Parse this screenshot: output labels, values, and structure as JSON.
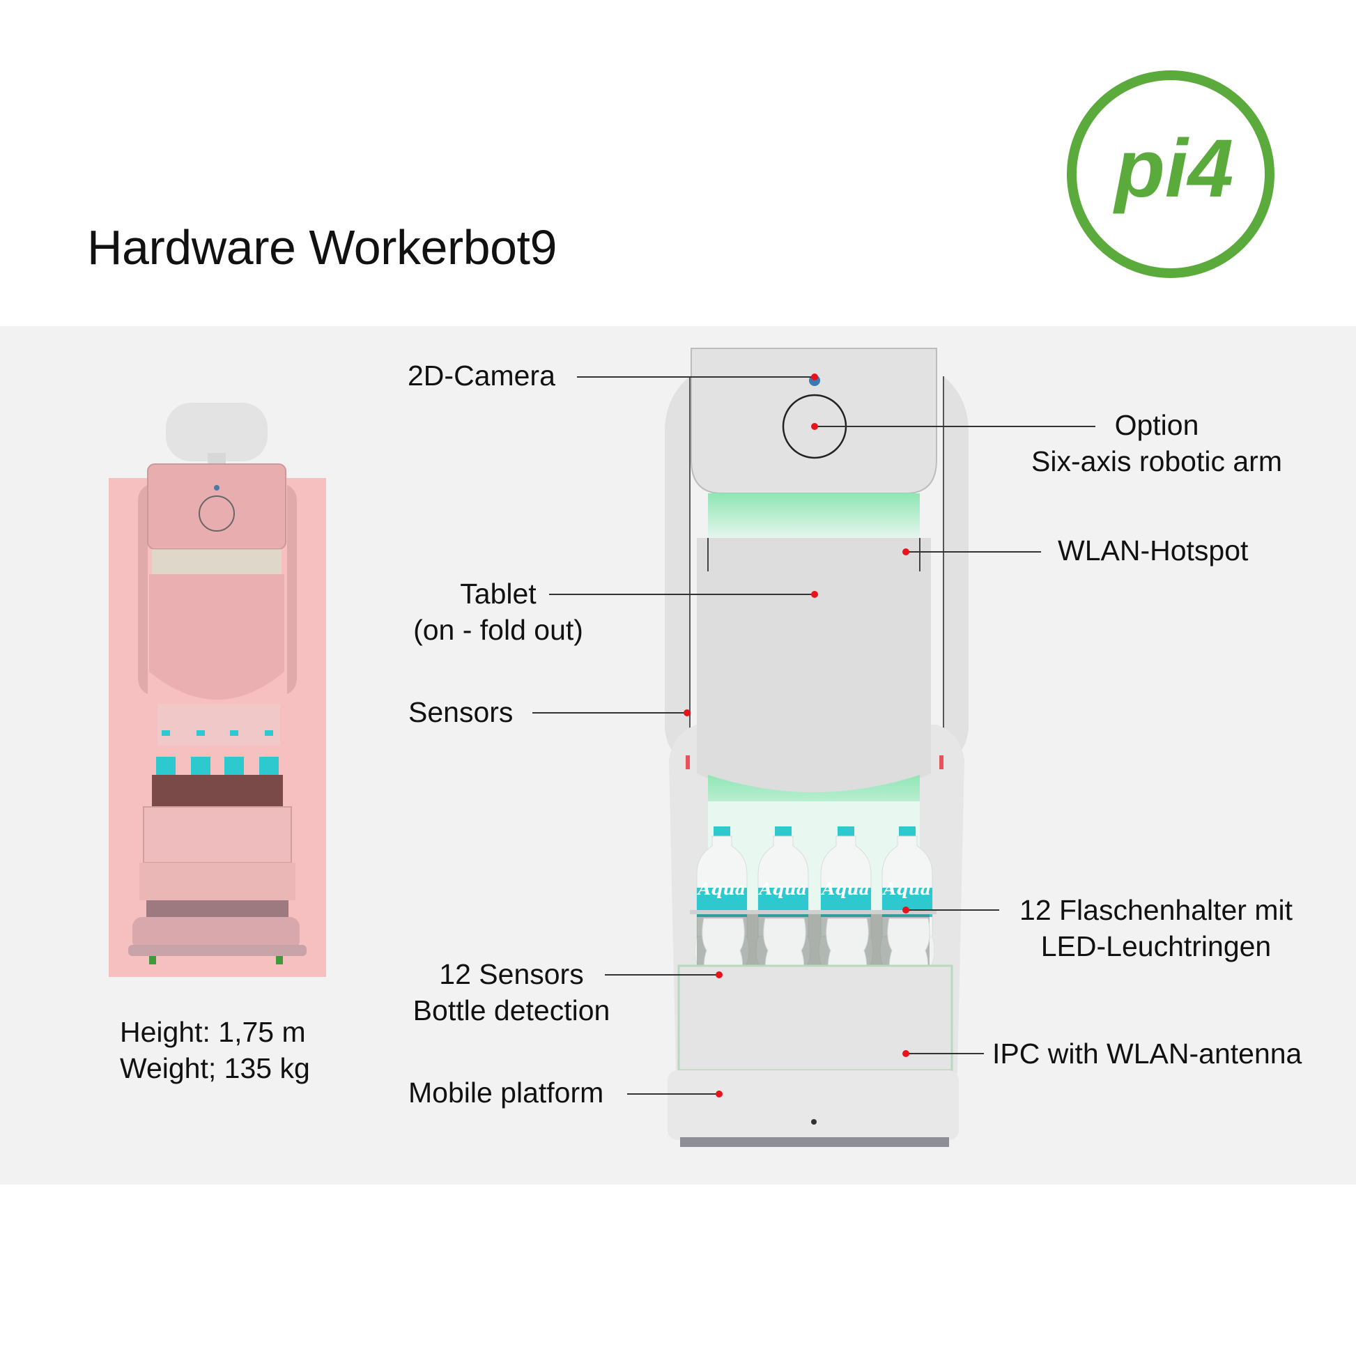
{
  "title": "Hardware Workerbot9",
  "logo": {
    "text": "pi4",
    "color": "#5aaa3c"
  },
  "specs": {
    "height": "Height: 1,75 m",
    "weight": "Weight; 135 kg"
  },
  "colors": {
    "background": "#f2f2f2",
    "leader_line": "#333333",
    "marker": "#e8131b",
    "led_glow": "#7ee0a8",
    "bottle_label": "#2ec8cf",
    "overview_highlight": "#f7c0c0"
  },
  "bottles": {
    "label_text": "Aqua"
  },
  "callouts": {
    "camera": {
      "line1": "2D-Camera"
    },
    "arm": {
      "line1": "Option",
      "line2": "Six-axis robotic arm"
    },
    "wlan_hotspot": {
      "line1": "WLAN-Hotspot"
    },
    "tablet": {
      "line1": "Tablet",
      "line2": "(on - fold out)"
    },
    "sensors": {
      "line1": "Sensors"
    },
    "bottle_holders": {
      "line1": "12 Flaschenhalter mit",
      "line2": "LED-Leuchtringen"
    },
    "bottle_sensors": {
      "line1": "12 Sensors",
      "line2": "Bottle detection"
    },
    "ipc": {
      "line1": "IPC with WLAN-antenna"
    },
    "platform": {
      "line1": "Mobile platform"
    }
  }
}
